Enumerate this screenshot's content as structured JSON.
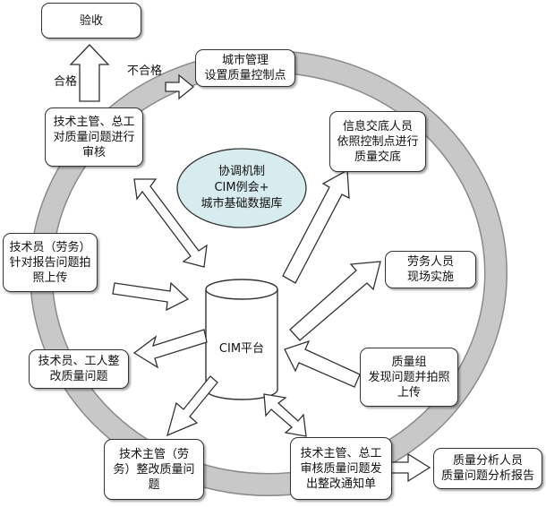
{
  "boxes": {
    "acceptance": [
      "验收"
    ],
    "city_mgmt": [
      "城市管理",
      "设置质量控制点"
    ],
    "tech_review": [
      "技术主管、总工",
      "对质量问题进行",
      "审核"
    ],
    "info_handover": [
      "信息交底人员",
      "依照控制点进行",
      "质量交底"
    ],
    "tech_report": [
      "技术员（劳务）",
      "针对报告问题拍",
      "照上传"
    ],
    "labor_implement": [
      "劳务人员",
      "现场实施"
    ],
    "tech_rectify": [
      "技术员、工人整",
      "改质量问题"
    ],
    "quality_group": [
      "质量组",
      "发现问题并拍照",
      "上传"
    ],
    "tech_lead_rectify": [
      "技术主管（劳",
      "务）整改质量问",
      "题"
    ],
    "tech_notice": [
      "技术主管、总工",
      "审核质量问题发",
      "出整改通知单"
    ],
    "quality_analysis": [
      "质量分析人员",
      "质量问题分析报告"
    ]
  },
  "labels": {
    "pass": "合格",
    "fail": "不合格"
  },
  "center": {
    "coordination": [
      "协调机制",
      "CIM例会+",
      "城市基础数据库"
    ],
    "platform": "CIM平台"
  },
  "colors": {
    "ring": "#c8c8c8",
    "ring_edge": "#8a8a8a",
    "ellipse_fill": "#d7ecef",
    "arrow_fill": "#ffffff",
    "stroke": "#333333"
  }
}
